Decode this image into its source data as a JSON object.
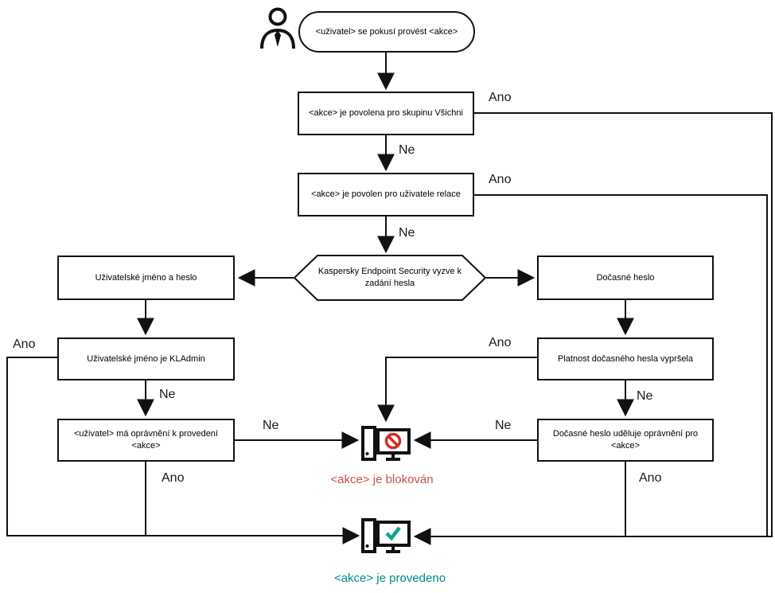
{
  "labels": {
    "yes": "Ano",
    "no": "Ne"
  },
  "nodes": {
    "start": "<uživatel> se pokusí provést <akce>",
    "action_allowed_group": "<akce> je povolena pro skupinu Všichni",
    "action_allowed_session": "<akce> je povolen pro uživatele relace",
    "password_prompt": "Kaspersky Endpoint Security vyzve k zadání hesla",
    "username_password": "Uživatelské jméno a heslo",
    "username_kladmin": "Uživatelské jméno je KLAdmin",
    "user_permission": "<uživatel> má oprávnění k provedení <akce>",
    "temp_password": "Dočasné heslo",
    "temp_password_expired": "Platnost dočasného hesla vypršela",
    "temp_password_grants": "Dočasné heslo uděluje oprávnění pro <akce>"
  },
  "results": {
    "blocked": "<akce> je blokován",
    "executed": "<akce> je provedeno"
  },
  "colors": {
    "line": "#111111",
    "blocked_text": "#c5504b",
    "executed_text": "#008a91",
    "prohibit_sign": "#d42d26",
    "check_sign": "#00a88e"
  }
}
